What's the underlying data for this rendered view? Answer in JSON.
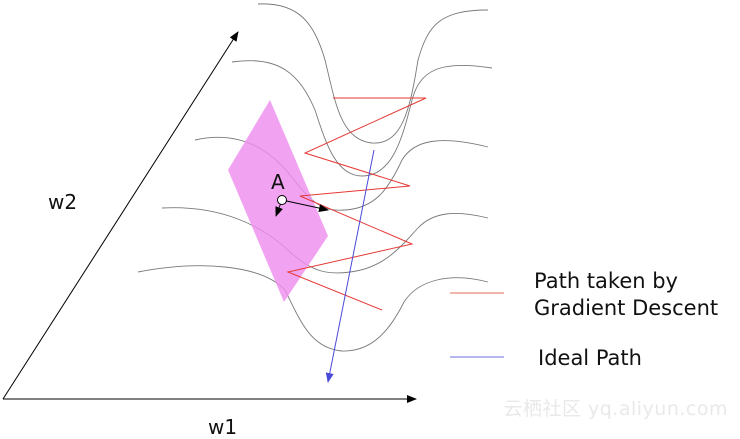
{
  "axes": {
    "w1": "w1",
    "w2": "w2"
  },
  "point": {
    "label": "A"
  },
  "legend": [
    {
      "line1": "Path taken by",
      "line2": "Gradient Descent",
      "color": "#e88a7a"
    },
    {
      "line1": "Ideal Path",
      "line2": "",
      "color": "#8a8ae8"
    }
  ],
  "watermark": "云栖社区 yq.aliyun.com",
  "colors": {
    "gd_path": "#e53935",
    "ideal_path": "#4a4ad8",
    "plane": "#ee8fee",
    "contour": "#7a7a7a"
  }
}
